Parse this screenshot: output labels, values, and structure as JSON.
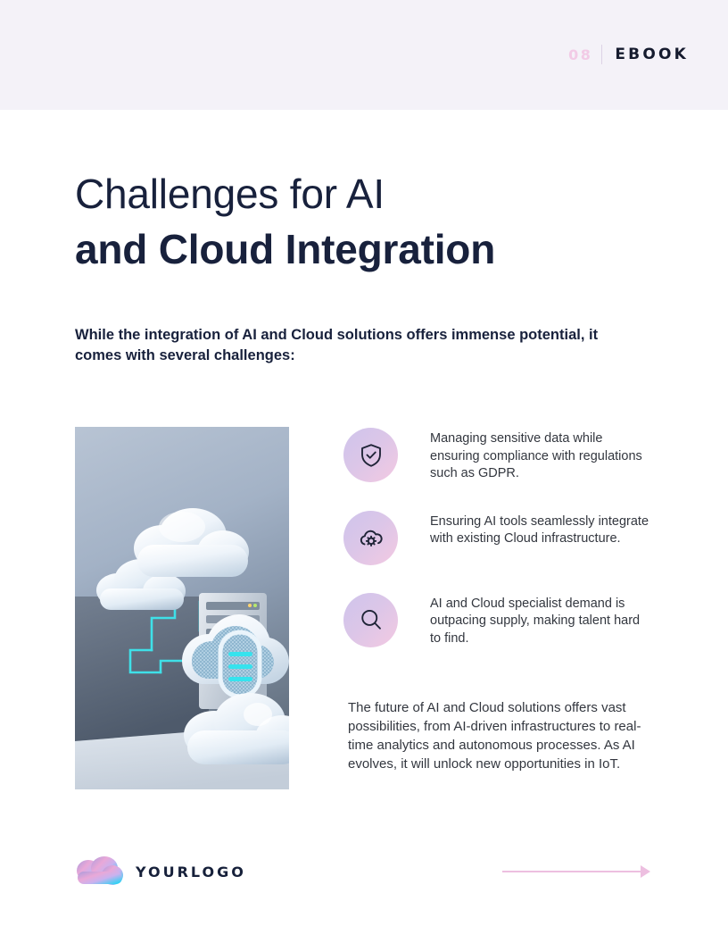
{
  "header": {
    "page_number": "08",
    "divider": "|",
    "label": "EBOOK"
  },
  "title": {
    "line1": "Challenges for AI",
    "line2": "and Cloud Integration"
  },
  "intro": "While the integration of AI and Cloud solutions offers immense potential, it comes with several challenges:",
  "hero_image": {
    "alt": "3D illustration of white clouds connected by cyan circuit lines to a server rack with a data cloud"
  },
  "features": [
    {
      "icon": "shield-check-icon",
      "text": "Managing sensitive data while ensuring compliance with regulations such as GDPR."
    },
    {
      "icon": "cloud-gear-icon",
      "text": "Ensuring AI tools seamlessly integrate with existing Cloud infrastructure."
    },
    {
      "icon": "magnifier-icon",
      "text": "AI and Cloud specialist demand is outpacing supply, making talent hard to find."
    }
  ],
  "closing": "The future of AI and Cloud solutions offers vast possibilities, from AI-driven infrastructures to real-time analytics and autonomous processes. As AI evolves, it will unlock new opportunities in IoT.",
  "footer": {
    "logo_text": "YOURLOGO",
    "arrow": "next-page-arrow"
  },
  "colors": {
    "header_band": "#f4f2f8",
    "page_number": "#f2cbe6",
    "heading": "#18213c",
    "body_text": "#33373f",
    "icon_gradient_start": "#cfc4ec",
    "icon_gradient_end": "#f3c9e2",
    "accent_pink": "#edbfe0",
    "logo_cyan": "#22d3ee",
    "logo_purple": "#b9a5ec"
  }
}
